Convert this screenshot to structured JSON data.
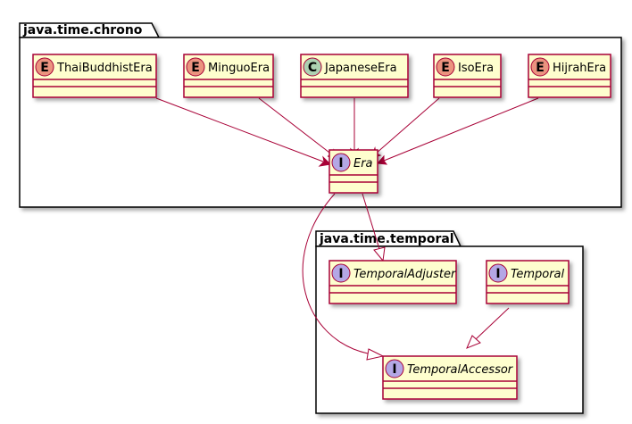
{
  "packages": [
    {
      "id": "chrono",
      "title": "java.time.chrono"
    },
    {
      "id": "temporal",
      "title": "java.time.temporal"
    }
  ],
  "classes": [
    {
      "id": "thai",
      "name": "ThaiBuddhistEra",
      "kind": "enum",
      "badge": "E"
    },
    {
      "id": "minguo",
      "name": "MinguoEra",
      "kind": "enum",
      "badge": "E"
    },
    {
      "id": "japanese",
      "name": "JapaneseEra",
      "kind": "class",
      "badge": "C"
    },
    {
      "id": "iso",
      "name": "IsoEra",
      "kind": "enum",
      "badge": "E"
    },
    {
      "id": "hijrah",
      "name": "HijrahEra",
      "kind": "enum",
      "badge": "E"
    },
    {
      "id": "era",
      "name": "Era",
      "kind": "interface",
      "badge": "I"
    },
    {
      "id": "adjuster",
      "name": "TemporalAdjuster",
      "kind": "interface",
      "badge": "I"
    },
    {
      "id": "temporal",
      "name": "Temporal",
      "kind": "interface",
      "badge": "I"
    },
    {
      "id": "accessor",
      "name": "TemporalAccessor",
      "kind": "interface",
      "badge": "I"
    }
  ],
  "relations": [
    {
      "from": "thai",
      "to": "era",
      "type": "implements"
    },
    {
      "from": "minguo",
      "to": "era",
      "type": "implements"
    },
    {
      "from": "japanese",
      "to": "era",
      "type": "implements"
    },
    {
      "from": "iso",
      "to": "era",
      "type": "implements"
    },
    {
      "from": "hijrah",
      "to": "era",
      "type": "implements"
    },
    {
      "from": "era",
      "to": "adjuster",
      "type": "extends"
    },
    {
      "from": "era",
      "to": "accessor",
      "type": "extends"
    },
    {
      "from": "temporal",
      "to": "accessor",
      "type": "extends"
    }
  ],
  "colors": {
    "box_fill": "#FEFECE",
    "box_border": "#A80036",
    "arrow": "#A80036",
    "badge_enum": "#EB937F",
    "badge_class": "#ADD1B2",
    "badge_interface": "#B4A7E5"
  }
}
